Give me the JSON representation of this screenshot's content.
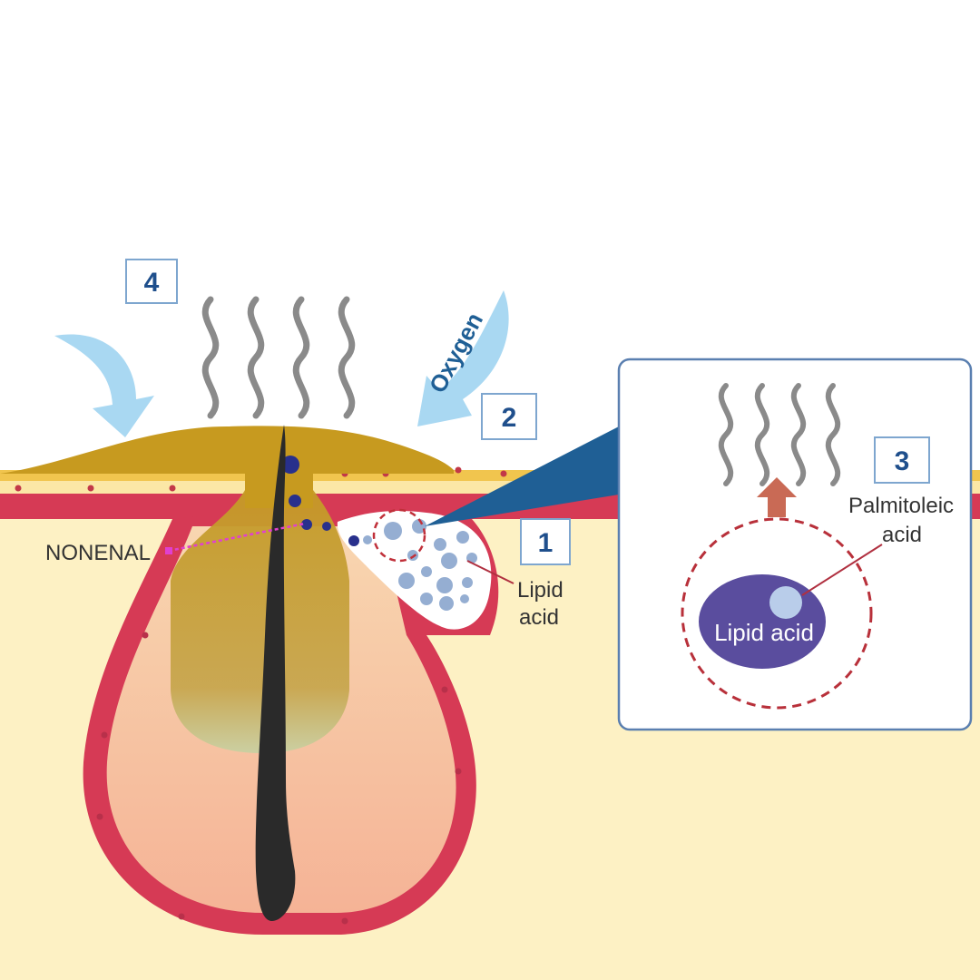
{
  "labels": {
    "step1": "1",
    "step2": "2",
    "step3": "3",
    "step4": "4",
    "oxygen": "Oxygen",
    "nonenal": "NONENAL",
    "lipid_line1": "Lipid",
    "lipid_line2": "acid",
    "palmitoleic_line1": "Palmitoleic",
    "palmitoleic_line2": "acid",
    "inset_lipid_acid": "Lipid acid"
  },
  "colors": {
    "skin_background": "#fdf1c4",
    "sebum_layer": "#c79a1f",
    "follicle_wall": "#d63a55",
    "hair": "#2a2a2a",
    "arrow_blue": "#a9d8f2",
    "odor_wave": "#8a8a8a",
    "number_box": "#1f4f8c",
    "nonenal_line": "#e040d0",
    "lipid_oval": "#5a4d9e",
    "callout_beam": "#1f5f95"
  },
  "icons": {
    "odor_waves": "wavy-odor-lines-icon",
    "air_arrows": "curved-arrow-icon",
    "up_arrow": "up-arrow-icon"
  }
}
